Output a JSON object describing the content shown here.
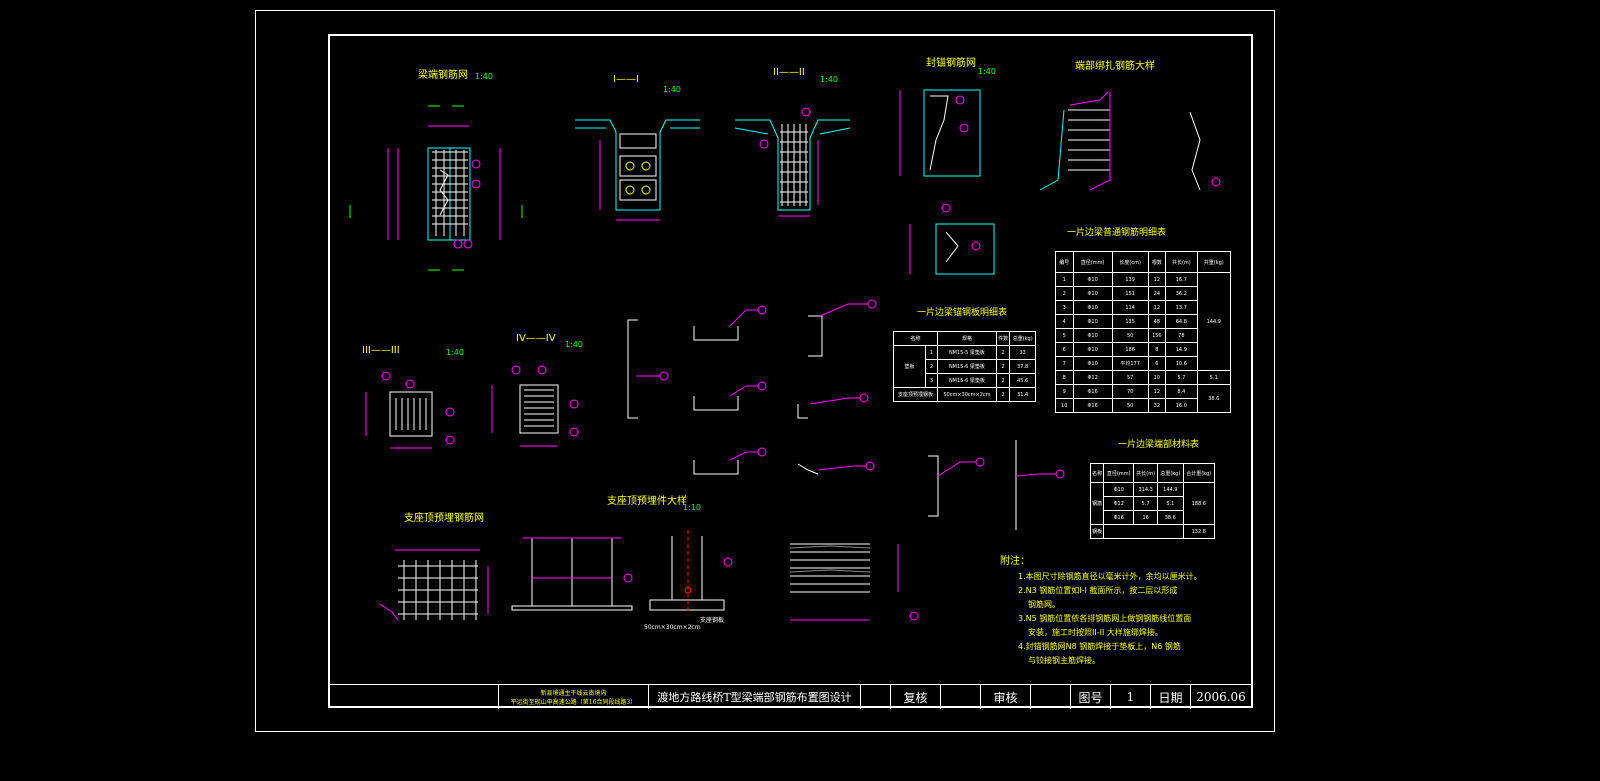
{
  "drawing": {
    "title_main": "渡地方路线桥T型梁端部钢筋布置图设计",
    "project_line1": "新县境通主干线云南境内",
    "project_line2": "平远街至砚山申高速公路（第16合同段线路3）",
    "review_label": "复核",
    "approve_label": "审核",
    "drawing_no_label": "图号",
    "drawing_no": "1",
    "date_label": "日期",
    "date": "2006.06"
  },
  "views": {
    "v1_title": "梁端钢筋网",
    "v1_scale": "1:40",
    "v2_title": "I——I",
    "v2_scale": "1:40",
    "v3_title": "II——II",
    "v3_scale": "1:40",
    "v4_title": "封锚钢筋网",
    "v4_scale": "1:40",
    "v5_title": "端部绑扎钢筋大样",
    "v6_title": "III——III",
    "v6_scale": "1:40",
    "v7_title": "IV——IV",
    "v7_scale": "1:40",
    "v8_title": "支座顶预埋钢筋网",
    "v9_title": "支座顶预埋件大样",
    "v9_scale": "1:10"
  },
  "table_anchor": {
    "title": "一片边梁锚钢板明细表",
    "headers": [
      "名称",
      "规格",
      "件数",
      "总重(kg)"
    ],
    "group": "垫板",
    "rows": [
      [
        "1",
        "NM15-5 梁垫板",
        "2",
        "33"
      ],
      [
        "2",
        "NM15-6 梁垫板",
        "2",
        "37.8"
      ],
      [
        "3",
        "NM15-6 梁垫板",
        "2",
        "45.6"
      ]
    ],
    "last_row": [
      "支座顶预埋钢板",
      "50cm×30cm×2cm",
      "2",
      "31.4"
    ]
  },
  "table_rebar": {
    "title": "一片边梁普通钢筋明细表",
    "headers": [
      "编号",
      "直径(mm)",
      "长度(cm)",
      "根数",
      "共长(m)",
      "共重(kg)"
    ],
    "rows": [
      [
        "1",
        "Φ10",
        "139",
        "12",
        "16.7"
      ],
      [
        "2",
        "Φ10",
        "151",
        "24",
        "36.2"
      ],
      [
        "3",
        "Φ10",
        "114",
        "12",
        "13.7"
      ],
      [
        "4",
        "Φ10",
        "135",
        "48",
        "64.8"
      ],
      [
        "5",
        "Φ10",
        "50",
        "156",
        "78"
      ],
      [
        "6",
        "Φ10",
        "186",
        "8",
        "14.9"
      ],
      [
        "7",
        "Φ10",
        "平均177",
        "6",
        "10.6"
      ],
      [
        "8",
        "Φ12",
        "57",
        "10",
        "5.7"
      ],
      [
        "9",
        "Φ16",
        "70",
        "12",
        "8.4"
      ],
      [
        "10",
        "Φ16",
        "50",
        "32",
        "16.0"
      ]
    ],
    "weights": [
      "144.9",
      "5.1",
      "38.6"
    ]
  },
  "table_material": {
    "title": "一片边梁端部材料表",
    "headers": [
      "名称",
      "直径(mm)",
      "共长(m)",
      "总重(kg)",
      "合计重(kg)"
    ],
    "group": "钢筋",
    "rows": [
      [
        "Φ10",
        "314.3",
        "144.9"
      ],
      [
        "Φ12",
        "5.7",
        "5.1"
      ],
      [
        "Φ16",
        "16",
        "38.6"
      ]
    ],
    "subtotal": "188.6",
    "anchor_label": "钢板",
    "anchor_total": "132.8"
  },
  "notes": {
    "heading": "附注：",
    "items": [
      "1.本图尺寸除钢筋直径以毫米计外，余均以厘米计。",
      "2.N3 钢筋位置如I-I 截面所示，按二层以形成",
      "钢筋网。",
      "3.N5 钢筋位置依各排钢筋网上做钢钢筋线位置面",
      "安装，施工时按照II-II 大样施绑焊接。",
      "4.封锚钢筋网N8 钢筋焊接于垫板上，N6 钢筋",
      "与铰接钢主筋焊接。"
    ]
  },
  "labels": {
    "pipe_label": "50cm×30cm×2cm",
    "steel_label": "支座钢板"
  },
  "colors": {
    "background": "#000000",
    "frame": "#ffffff",
    "title_text": "#ffff00",
    "dimension": "#ff00ff",
    "rebar": "#00ff00",
    "concrete": "#00ffff"
  }
}
